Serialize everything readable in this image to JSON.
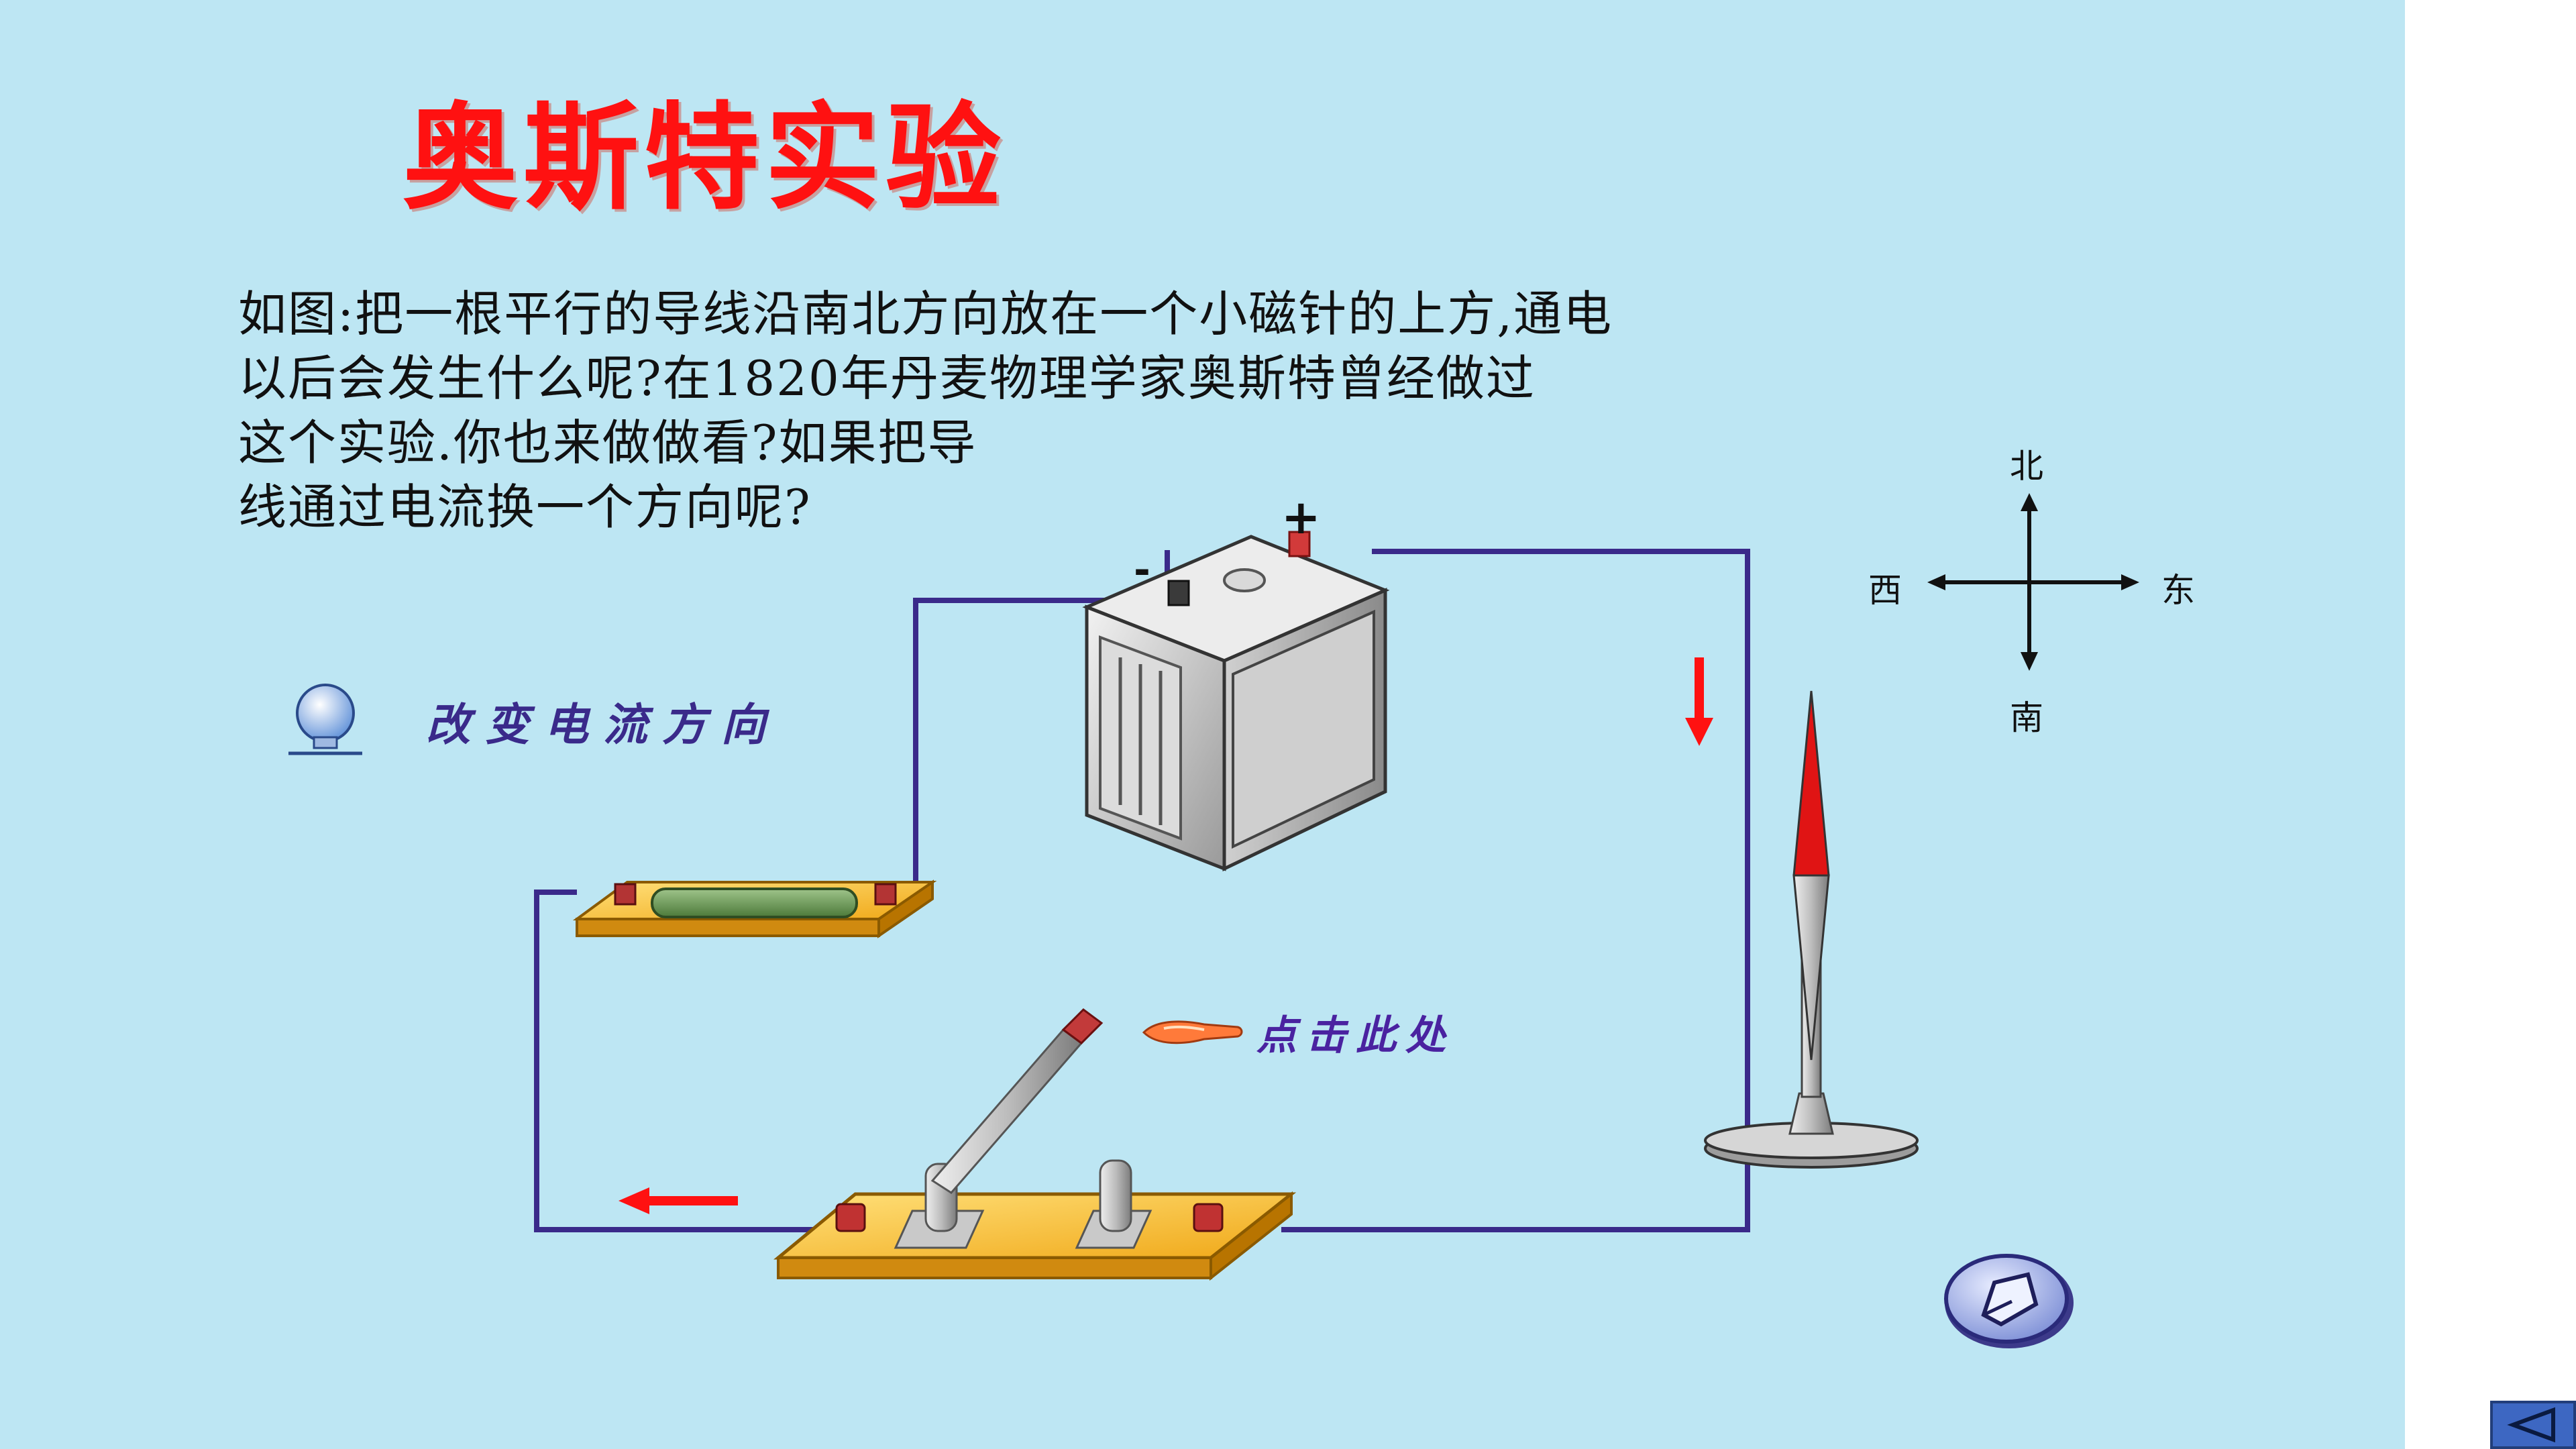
{
  "slide": {
    "title": "奥斯特实验",
    "description_lines": [
      "如图:把一根平行的导线沿南北方向放在一个小磁针的上方,通电",
      "以后会发生什么呢?在1820年丹麦物理学家奥斯特曾经做过",
      "这个实验.你也来做做看?如果把导",
      "线通过电流换一个方向呢?"
    ]
  },
  "controls": {
    "change_current_label": "改变电流方向",
    "click_here_label": "点击此处"
  },
  "compass": {
    "north": "北",
    "south": "南",
    "west": "西",
    "east": "东"
  },
  "battery": {
    "positive": "+",
    "negative": "-"
  },
  "colors": {
    "background": "#bde6f3",
    "title": "#ff1111",
    "wire": "#3a2a8a",
    "arrow": "#ff1111"
  },
  "icons": {
    "change_current": "lightbulb-icon",
    "click_here": "pointing-hand-icon",
    "pen": "pen-icon",
    "back": "triangle-left-icon"
  }
}
